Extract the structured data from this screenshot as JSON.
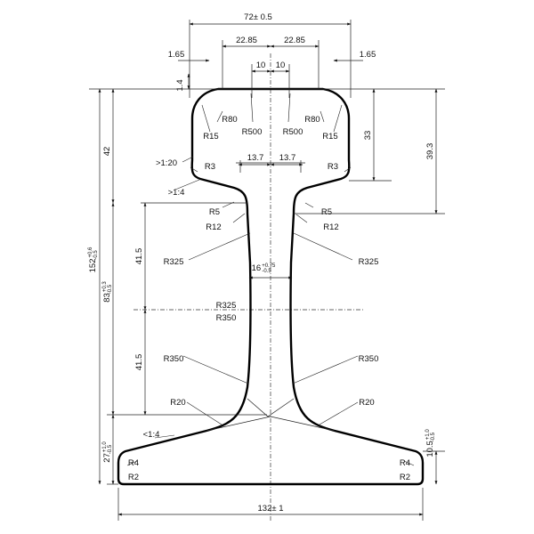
{
  "diagram": {
    "top_width": "72",
    "top_width_tol": "± 0.5",
    "half_widths": [
      "22.85",
      "22.85"
    ],
    "edge_offsets": [
      "1.65",
      "1.65"
    ],
    "center_offsets": [
      "10",
      "10"
    ],
    "crown_drop": "1.4",
    "crown_radii": [
      "R80",
      "R80",
      "R500",
      "R500"
    ],
    "corner_radii": [
      "R15",
      "R15"
    ],
    "head_side_slope": ">1:20",
    "head_under_slope": ">1:4",
    "head_under_radii": [
      "R3",
      "R3"
    ],
    "web_top_offsets": [
      "13.7",
      "13.7"
    ],
    "fishing_radii": [
      "R5",
      "R5",
      "R12",
      "R12"
    ],
    "head_depth": "42",
    "head_rim": "33",
    "head_to_neck": "39.3",
    "total_height": "152",
    "total_height_tol_top": "+0.6",
    "total_height_tol_bot": "-0.5",
    "web_height": "83",
    "web_height_tol_top": "+0.3",
    "web_height_tol_bot": "-0.5",
    "web_upper": "41.5",
    "web_lower": "41.5",
    "web_radii_upper": [
      "R325",
      "R325"
    ],
    "web_mid_labels": [
      "R325",
      "R350"
    ],
    "web_radii_lower": [
      "R350",
      "R350"
    ],
    "web_thickness": "16",
    "web_thickness_tol_top": "+0.75",
    "web_thickness_tol_bot": "-0.5",
    "foot_radii_upper": [
      "R20",
      "R20"
    ],
    "foot_slope": "<1:4",
    "foot_edge_height": "27",
    "foot_edge_tol_top": "+1.0",
    "foot_edge_tol_bot": "-0.5",
    "foot_tip": "10.5",
    "foot_tip_tol_top": "+1.0",
    "foot_tip_tol_bot": "-0.5",
    "foot_corner_radii": [
      "R4",
      "R4",
      "R2",
      "R2"
    ],
    "base_width": "132",
    "base_width_tol": "± 1"
  }
}
